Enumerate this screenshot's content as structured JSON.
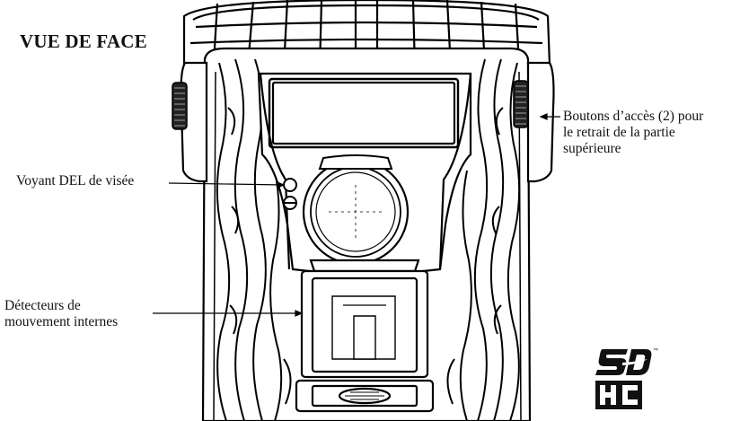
{
  "title": "VUE DE FACE",
  "callouts": {
    "led": "Voyant DEL de visée",
    "buttons_line1": "Boutons d’accès (2) pour",
    "buttons_line2": "le retrait de la partie",
    "buttons_line3": "supérieure",
    "motion_line1": "Détecteurs de",
    "motion_line2": "mouvement internes"
  },
  "logo": {
    "name": "sdhc-logo",
    "text": "SDHC",
    "trademark": "™"
  }
}
